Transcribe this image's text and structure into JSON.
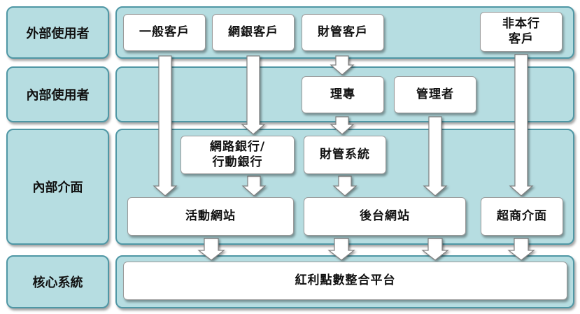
{
  "rows": {
    "external_users": "外部使用者",
    "internal_users": "內部使用者",
    "internal_interface": "內部介面",
    "core_system": "核心系統"
  },
  "nodes": {
    "general_customer": "一般客戶",
    "netbank_customer": "網銀客戶",
    "wealth_customer": "財管客戶",
    "non_bank_customer": "非本行\n客戶",
    "financial_advisor": "理專",
    "administrator": "管理者",
    "online_mobile_banking": "網路銀行/\n行動銀行",
    "wealth_system": "財管系統",
    "campaign_website": "活動網站",
    "backend_website": "後台網站",
    "convenience_store_interface": "超商介面",
    "bonus_points_platform": "紅利點數整合平台"
  },
  "colors": {
    "band_fill": "#b6dde1",
    "band_border": "#4f97a5",
    "arrow_fill": "#ffffff",
    "arrow_stroke": "#808080"
  }
}
